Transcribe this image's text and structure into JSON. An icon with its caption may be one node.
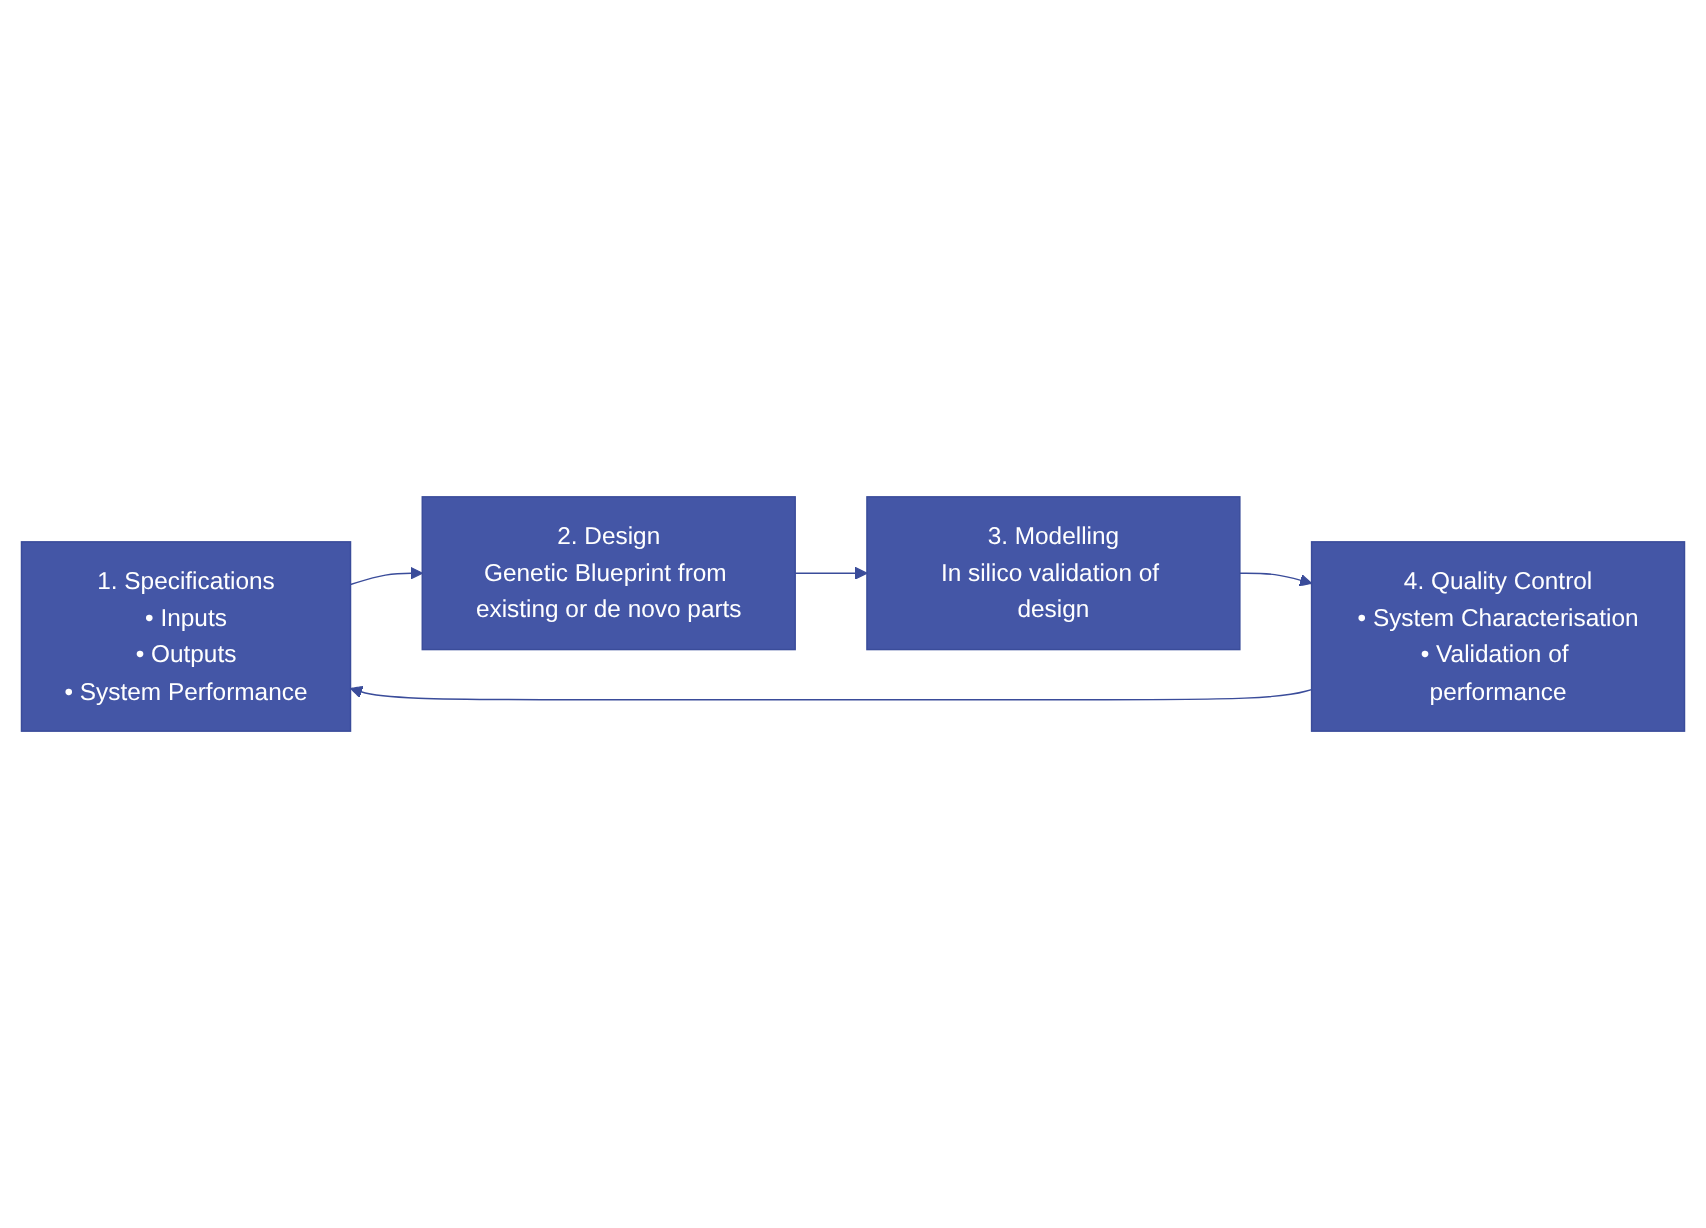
{
  "diagram": {
    "nodes": [
      {
        "text": [
          "1. Specifications",
          "• Inputs",
          "• Outputs",
          "• System Performance"
        ]
      },
      {
        "text": [
          "2. Design",
          "Genetic Blueprint from existing or de novo parts"
        ]
      },
      {
        "text": [
          "3. Modelling",
          "In silico validation of design"
        ]
      },
      {
        "text": [
          "4. Quality Control",
          "• System Characterisation",
          "• Validation of performance"
        ]
      }
    ],
    "edges": [
      {
        "from": 0,
        "to": 1,
        "arrow": "to"
      },
      {
        "from": 1,
        "to": 2,
        "arrow": "to"
      },
      {
        "from": 2,
        "to": 3,
        "arrow": "to"
      },
      {
        "from": 3,
        "to": 0,
        "arrow": "to"
      }
    ]
  }
}
